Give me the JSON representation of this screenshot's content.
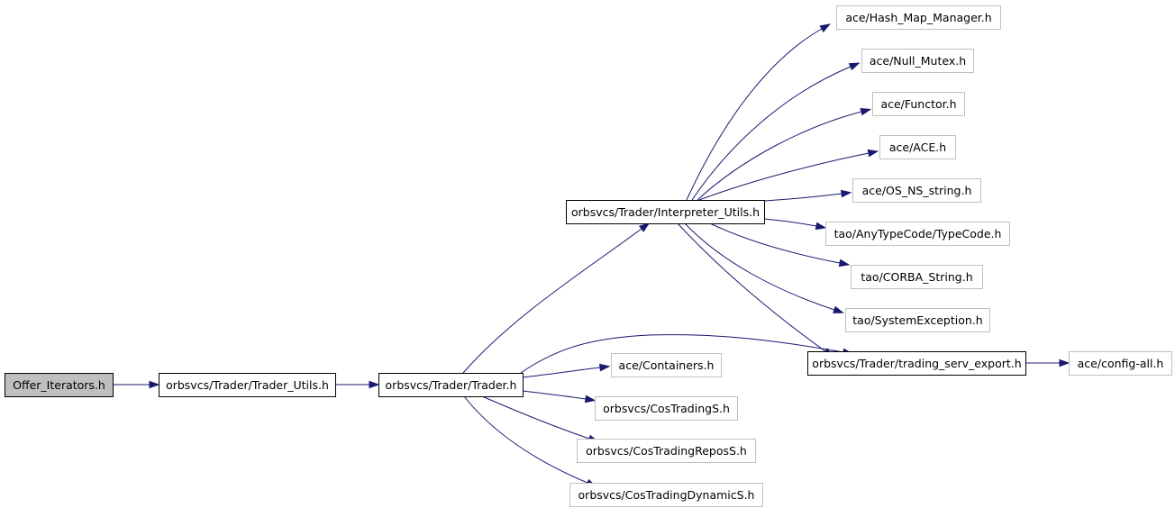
{
  "diagram": {
    "type": "include-dependency-graph",
    "colors": {
      "edge": "#191970",
      "root_fill": "#bfbfbf",
      "internal_border": "#000000",
      "external_border": "#bfbfbf"
    },
    "nodes": [
      {
        "id": "offer_iterators",
        "label": "Offer_Iterators.h",
        "kind": "root"
      },
      {
        "id": "trader_utils",
        "label": "orbsvcs/Trader/Trader_Utils.h",
        "kind": "internal"
      },
      {
        "id": "trader",
        "label": "orbsvcs/Trader/Trader.h",
        "kind": "internal"
      },
      {
        "id": "interpreter_utils",
        "label": "orbsvcs/Trader/Interpreter_Utils.h",
        "kind": "internal"
      },
      {
        "id": "trading_serv_export",
        "label": "orbsvcs/Trader/trading_serv_export.h",
        "kind": "internal"
      },
      {
        "id": "hash_map_manager",
        "label": "ace/Hash_Map_Manager.h",
        "kind": "external"
      },
      {
        "id": "null_mutex",
        "label": "ace/Null_Mutex.h",
        "kind": "external"
      },
      {
        "id": "functor",
        "label": "ace/Functor.h",
        "kind": "external"
      },
      {
        "id": "ace",
        "label": "ace/ACE.h",
        "kind": "external"
      },
      {
        "id": "os_ns_string",
        "label": "ace/OS_NS_string.h",
        "kind": "external"
      },
      {
        "id": "typecode",
        "label": "tao/AnyTypeCode/TypeCode.h",
        "kind": "external"
      },
      {
        "id": "corba_string",
        "label": "tao/CORBA_String.h",
        "kind": "external"
      },
      {
        "id": "system_exception",
        "label": "tao/SystemException.h",
        "kind": "external"
      },
      {
        "id": "config_all",
        "label": "ace/config-all.h",
        "kind": "external"
      },
      {
        "id": "containers",
        "label": "ace/Containers.h",
        "kind": "external"
      },
      {
        "id": "cos_trading_s",
        "label": "orbsvcs/CosTradingS.h",
        "kind": "external"
      },
      {
        "id": "cos_trading_repos_s",
        "label": "orbsvcs/CosTradingReposS.h",
        "kind": "external"
      },
      {
        "id": "cos_trading_dynamic_s",
        "label": "orbsvcs/CosTradingDynamicS.h",
        "kind": "external"
      }
    ],
    "edges": [
      {
        "from": "offer_iterators",
        "to": "trader_utils"
      },
      {
        "from": "trader_utils",
        "to": "trader"
      },
      {
        "from": "trader",
        "to": "interpreter_utils"
      },
      {
        "from": "trader",
        "to": "trading_serv_export"
      },
      {
        "from": "trader",
        "to": "containers"
      },
      {
        "from": "trader",
        "to": "cos_trading_s"
      },
      {
        "from": "trader",
        "to": "cos_trading_repos_s"
      },
      {
        "from": "trader",
        "to": "cos_trading_dynamic_s"
      },
      {
        "from": "interpreter_utils",
        "to": "hash_map_manager"
      },
      {
        "from": "interpreter_utils",
        "to": "null_mutex"
      },
      {
        "from": "interpreter_utils",
        "to": "functor"
      },
      {
        "from": "interpreter_utils",
        "to": "ace"
      },
      {
        "from": "interpreter_utils",
        "to": "os_ns_string"
      },
      {
        "from": "interpreter_utils",
        "to": "typecode"
      },
      {
        "from": "interpreter_utils",
        "to": "corba_string"
      },
      {
        "from": "interpreter_utils",
        "to": "system_exception"
      },
      {
        "from": "interpreter_utils",
        "to": "trading_serv_export"
      },
      {
        "from": "trading_serv_export",
        "to": "config_all"
      }
    ]
  }
}
